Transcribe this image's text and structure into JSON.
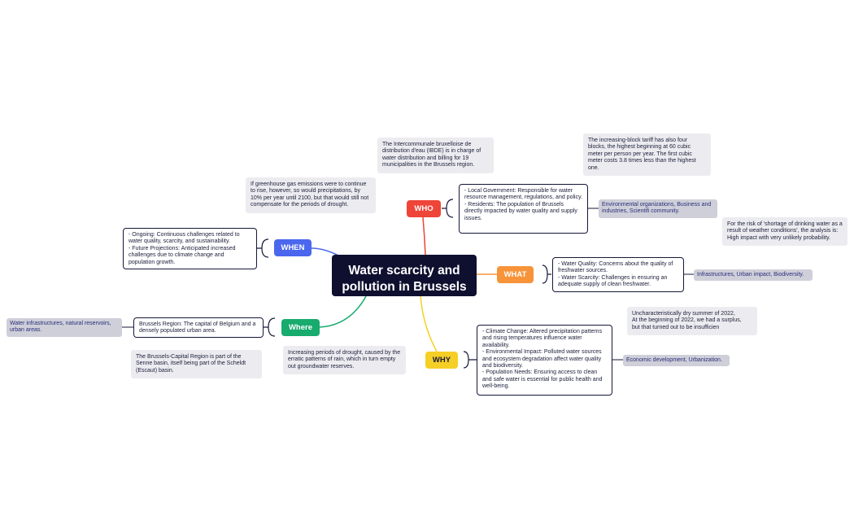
{
  "central": {
    "title": "Water scarcity and\npollution in Brussels"
  },
  "branches": {
    "who": {
      "label": "WHO",
      "color": "#ef4438",
      "topic": "- Local Government: Responsible for water resource management, regulations, and policy.\n- Residents: The population of Brussels directly impacted by water quality and supply issues.",
      "tag": "Environmental organizations, Business and industries, Scientifi community."
    },
    "what": {
      "label": "WHAT",
      "color": "#f7943a",
      "topic": "- Water Quality: Concerns about the quality of freshwater sources.\n- Water Scarcity: Challenges in ensuring an adequate supply of clean freshwater.",
      "tag": "Infrastructures, Urban impact, Biodiversity."
    },
    "why": {
      "label": "WHY",
      "color": "#f5cf25",
      "topic": "- Climate Change: Altered precipitation patterns and rising temperatures influence water availability.\n- Environmental Impact: Polluted water sources and ecosystem degradation affect water quality and biodiversity.\n- Population Needs: Ensuring access to clean and safe water is essential for public health and well-being.",
      "tag": "Economic development, Urbanization."
    },
    "when": {
      "label": "WHEN",
      "color": "#4a67ee",
      "topic": "- Ongoing: Continuous challenges related to water quality, scarcity, and sustainability.\n- Future Projections: Anticipated increased challenges due to climate change and population growth."
    },
    "where": {
      "label": "Where",
      "color": "#17ab6e",
      "topic": "Brussels Region: The capital of Belgium and a densely populated urban area.",
      "tag": "Water infrastructures, natural reservoirs, urban areas."
    }
  },
  "notes": {
    "ibde": "The Intercommunale bruxelloise de distribution d'eau (IBDE) is in charge of water distribution and billing for 19 municipalities in the Brussels region.",
    "tariff": "The increasing-block tariff has also four blocks, the highest beginning at 60 cubic meter per person per year. The first cubic meter costs 3.8 times less than the highest one.",
    "greenhouse": "If greenhouse gas emissions were to continue to rise, however, so would precipitations, by 10% per year until 2100, but that would still not compensate for the periods of drought.",
    "risk": "For the risk of 'shortage of drinking water as a result of weather conditions', the analysis is: High impact with very unlikely probability.",
    "summer": "Uncharacteristically dry summer of 2022,\nAt the beginning of 2022, we had a surplus,\nbut that turned out to be insufficien",
    "senne": "The Brussels-Capital Region is part of the Senne basin, itself being part of the Scheldt (Escaut) basin.",
    "drought": "Increasing periods of drought, caused by the erratic patterns of rain, which in turn empty out groundwater reserves."
  }
}
